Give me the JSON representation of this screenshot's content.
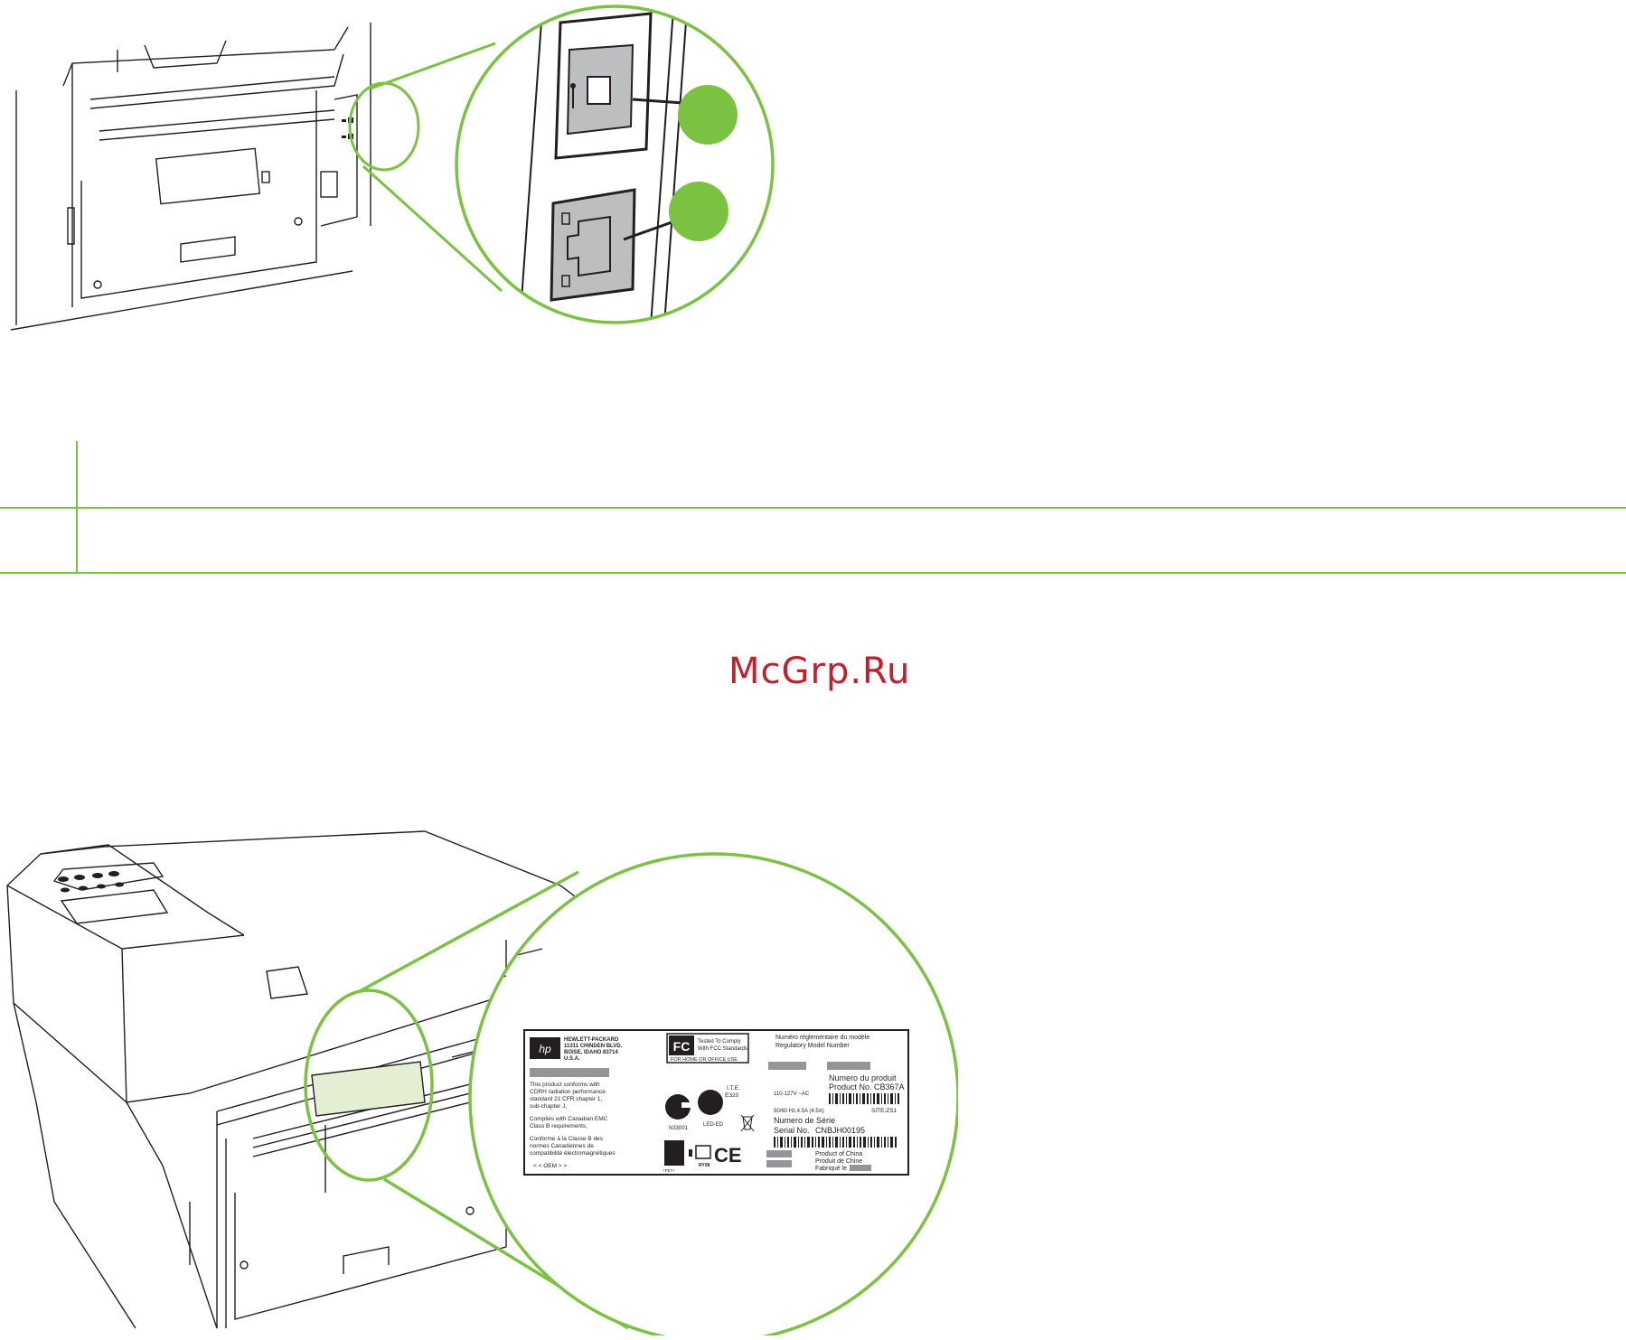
{
  "watermark": "McGrp.Ru",
  "colors": {
    "accent": "#7cc242",
    "watermark": "#c2202f",
    "line": "#231f20",
    "label_fill": "#e3eed2"
  },
  "icons": [
    "usb-icon",
    "network-icon",
    "hp-logo-icon",
    "fcc-logo-icon",
    "ce-mark-icon",
    "recycle-bin-icon"
  ],
  "label": {
    "hp_address": [
      "HEWLETT-PACKARD",
      "11311 CHINDEN BLVD.",
      "BOISE, IDAHO 83714",
      "U.S.A."
    ],
    "fcc": [
      "Tested To Comply",
      "With FCC Standards",
      "FOR HOME OR OFFICE USE"
    ],
    "regulatory": [
      "Numéro réglementaire du modèle",
      "Regulatory Model Number"
    ],
    "cdrh": [
      "This product conforms with",
      "CDRH radiation performance",
      "standard 21 CFR chapter 1,",
      "sub-chapter J,"
    ],
    "emc": [
      "Complies with Canadian EMC",
      "Class B requirements,"
    ],
    "emc_fr": [
      "Conforme à la Classe B des",
      "normes Canadiennes de",
      "compatibilité électromagnétiques"
    ],
    "oem": "<  <  OEM  >  >",
    "ite": [
      "I.T.E.",
      "E320"
    ],
    "cert_marks": [
      "N33001",
      "LED-ED"
    ],
    "power": [
      "110-127V  ~AC",
      "50/60 Hz,4.5A (4.5A)"
    ],
    "product_fr": "Numero du produit",
    "product": "Product No. CB367A",
    "site": "SITE:ZS1",
    "serial_fr": "Numero de Série",
    "serial_label": "Serial No.",
    "serial_value": "CNBJH00195",
    "origin": [
      "Product of China",
      "Produit de Chine",
      "Fabriqué le"
    ],
    "small_marks": [
      "+PET+",
      "RY08"
    ]
  }
}
